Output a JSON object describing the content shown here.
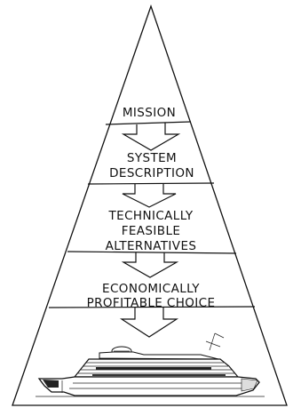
{
  "diagram": {
    "levels": [
      {
        "lines": [
          "MISSION"
        ]
      },
      {
        "lines": [
          "SYSTEM",
          "DESCRIPTION"
        ]
      },
      {
        "lines": [
          "TECHNICALLY",
          "FEASIBLE",
          "ALTERNATIVES"
        ]
      },
      {
        "lines": [
          "ECONOMICALLY",
          "PROFITABLE CHOICE"
        ]
      }
    ],
    "base_icon": "cruise-ship-icon"
  }
}
